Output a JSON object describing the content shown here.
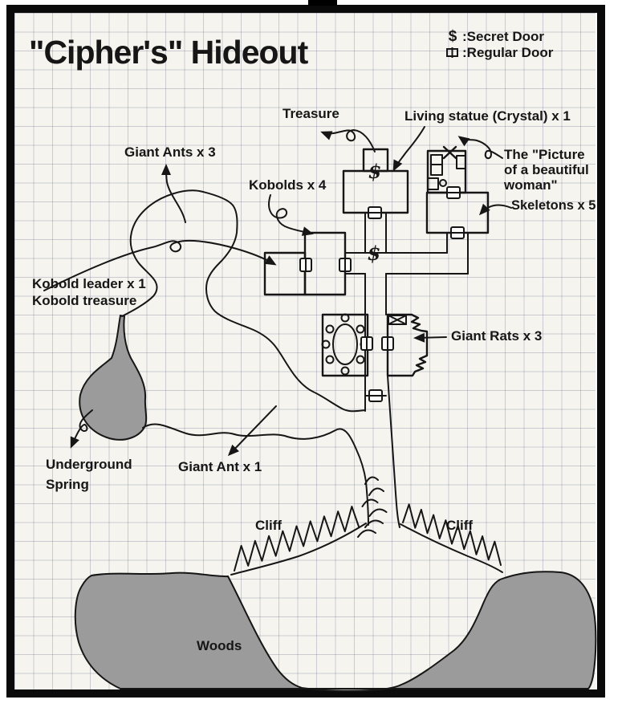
{
  "title": "\"Cipher's\" Hideout",
  "legend": {
    "dollar": "$",
    "secret": ":Secret Door",
    "regular": ":Regular Door"
  },
  "labels": {
    "giant_ants": "Giant Ants x 3",
    "treasure": "Treasure",
    "living_statue": "Living statue (Crystal) x 1",
    "picture": "The \"Picture\nof a beautiful\nwoman\"",
    "skeletons": "Skeletons x 5",
    "kobolds": "Kobolds x 4",
    "kobold_leader": "Kobold leader x 1\nKobold treasure",
    "giant_rats": "Giant Rats x 3",
    "underground_spring": "Underground\nSpring",
    "giant_ant": "Giant Ant x 1",
    "cliff_left": "Cliff",
    "cliff_right": "Cliff",
    "woods": "Woods"
  },
  "colors": {
    "paper": "#f5f4ef",
    "ink": "#161616",
    "shade": "#9b9b9b",
    "frame": "#0a0a0a"
  }
}
